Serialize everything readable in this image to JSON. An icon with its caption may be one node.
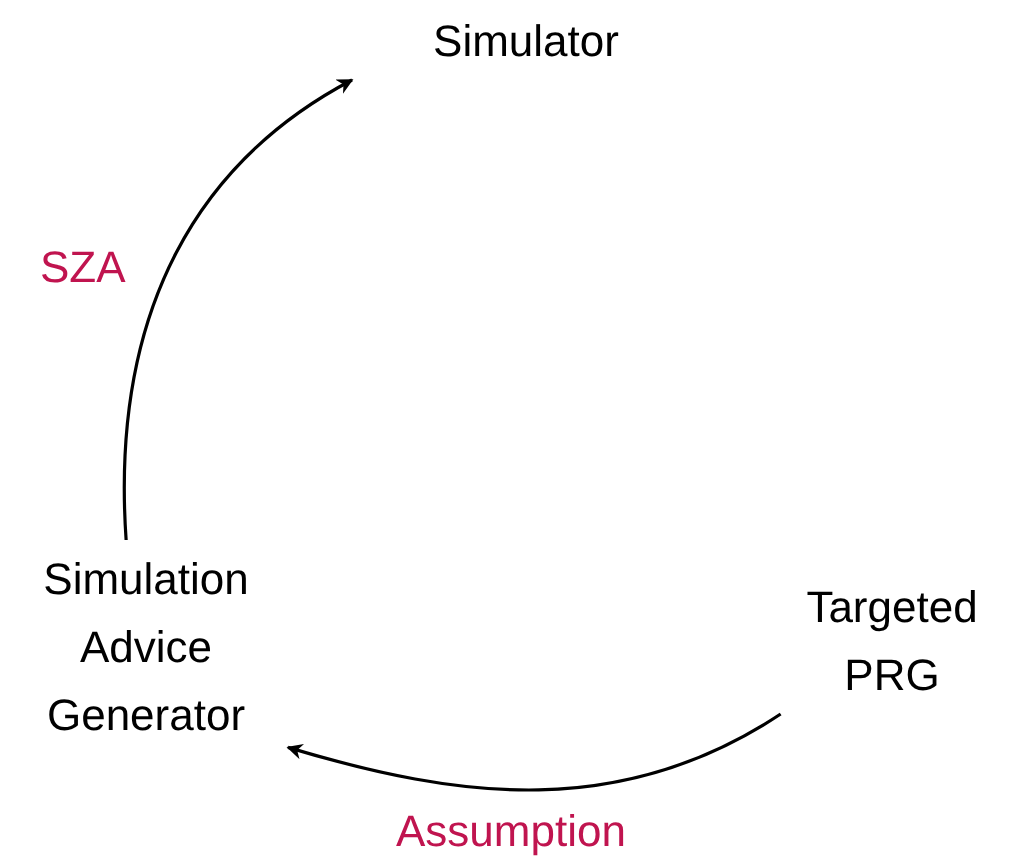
{
  "diagram": {
    "nodes": [
      {
        "text": [
          "Simulator"
        ]
      },
      {
        "text": [
          "Simulation Advice Generator"
        ]
      },
      {
        "text": [
          "Targeted PRG"
        ]
      }
    ],
    "edges": [
      {
        "from": 1,
        "to": 0,
        "arrow": "to",
        "label": "SZA"
      },
      {
        "from": 2,
        "to": 1,
        "arrow": "to",
        "label": "Assumption"
      }
    ]
  }
}
